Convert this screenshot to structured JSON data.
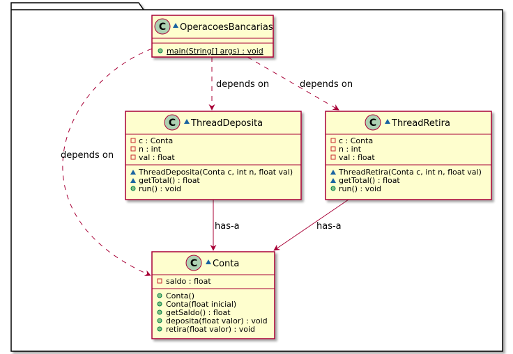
{
  "diagram": {
    "colors": {
      "class_fill": "#FEFECE",
      "class_border": "#A80036",
      "edge": "#A80036",
      "circle_fill": "#ADD1B2",
      "package_fill": "#FFFFFF",
      "package_border": "#000000",
      "visibility_package": "#1963A0",
      "visibility_private": "#C82930",
      "visibility_public": "#84BE84"
    },
    "classes": {
      "operacoes": {
        "stereotype_letter": "C",
        "name": "OperacoesBancarias",
        "fields": [],
        "methods": [
          {
            "vis": "public",
            "text": "main(String[] args) : void",
            "static": true
          }
        ]
      },
      "thread_deposita": {
        "stereotype_letter": "C",
        "name": "ThreadDeposita",
        "fields": [
          {
            "vis": "private",
            "text": "c : Conta"
          },
          {
            "vis": "private",
            "text": "n : int"
          },
          {
            "vis": "private",
            "text": "val : float"
          }
        ],
        "methods": [
          {
            "vis": "package",
            "text": "ThreadDeposita(Conta c, int n, float val)"
          },
          {
            "vis": "package",
            "text": "getTotal() : float"
          },
          {
            "vis": "public",
            "text": "run() : void"
          }
        ]
      },
      "thread_retira": {
        "stereotype_letter": "C",
        "name": "ThreadRetira",
        "fields": [
          {
            "vis": "private",
            "text": "c : Conta"
          },
          {
            "vis": "private",
            "text": "n : int"
          },
          {
            "vis": "private",
            "text": "val : float"
          }
        ],
        "methods": [
          {
            "vis": "package",
            "text": "ThreadRetira(Conta c, int n, float val)"
          },
          {
            "vis": "package",
            "text": "getTotal() : float"
          },
          {
            "vis": "public",
            "text": "run() : void"
          }
        ]
      },
      "conta": {
        "stereotype_letter": "C",
        "name": "Conta",
        "fields": [
          {
            "vis": "private",
            "text": "saldo : float"
          }
        ],
        "methods": [
          {
            "vis": "public",
            "text": "Conta()"
          },
          {
            "vis": "public",
            "text": "Conta(float inicial)"
          },
          {
            "vis": "public",
            "text": "getSaldo() : float"
          },
          {
            "vis": "public",
            "text": "deposita(float valor) : void"
          },
          {
            "vis": "public",
            "text": "retira(float valor) : void"
          }
        ]
      }
    },
    "edges": [
      {
        "from": "operacoes",
        "to": "thread_deposita",
        "label": "depends on",
        "style": "dashed"
      },
      {
        "from": "operacoes",
        "to": "thread_retira",
        "label": "depends on",
        "style": "dashed"
      },
      {
        "from": "operacoes",
        "to": "conta",
        "label": "depends on",
        "style": "dashed"
      },
      {
        "from": "thread_deposita",
        "to": "conta",
        "label": "has-a",
        "style": "solid"
      },
      {
        "from": "thread_retira",
        "to": "conta",
        "label": "has-a",
        "style": "solid"
      }
    ]
  }
}
